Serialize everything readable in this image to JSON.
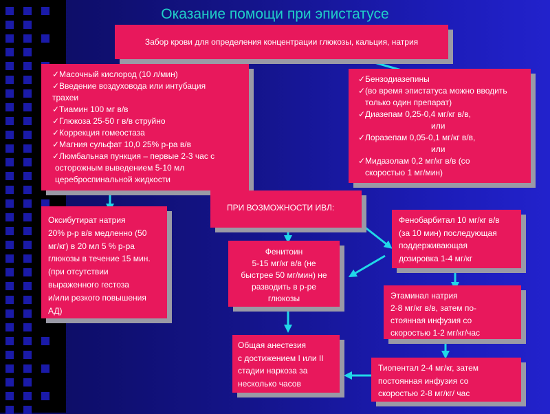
{
  "title": "Оказание помощи при эпистатусе",
  "top_box": "Забор крови для определения концентрации глюкозы, кальция, натрия",
  "left_box": [
    "✓Масочный кислород (10 л/мин)",
    "✓Введение воздуховода или интубация",
    "трахеи",
    "✓Тиамин 100 мг в/в",
    "✓Глюкоза 25-50 г в/в струйно",
    "✓Коррекция гомеостаза",
    "✓Магния сульфат 10,0 25% р-ра в/в",
    "✓Люмбальная пункция – первые 2-3 час с",
    "осторожным выведением 5-10 мл",
    "цереброспинальной жидкости"
  ],
  "right_box": [
    "✓Бензодиазепины",
    "✓(во время эпистатуса можно вводить",
    "только один препарат)",
    "✓Диазепам 0,25-0,4 мг/кг в/в,",
    "или",
    "✓Лоразепам 0,05-0,1 мг/кг в/в,",
    "или",
    "✓Мидазолам 0,2 мг/кг в/в (со",
    "скоростью 1 мг/мин)"
  ],
  "ivl_box": "ПРИ ВОЗМОЖНОСТИ ИВЛ:",
  "oxy_box": [
    "Оксибутират натрия",
    "20% р-р в/в медленно (50",
    "мг/кг) в 20 мл 5 % р-ра",
    "глюкозы в течение 15 мин.",
    "(при отсутствии",
    "выраженного гестоза",
    "и/или резкого повышения",
    "АД)"
  ],
  "phenytoin_box": [
    "Фенитоин",
    "5-15 мг/кг в/в (не",
    "быстрее 50 мг/мин) не",
    "разводить в р-ре",
    "глюкозы"
  ],
  "phenobarbital_box": [
    "Фенобарбитал 10 мг/кг в/в",
    "(за 10 мин) последующая",
    "поддерживающая",
    "дозировка 1-4 мг/кг"
  ],
  "etaminal_box": [
    "Этаминал натрия",
    "2-8 мг/кг в/в, затем по-",
    "стоянная инфузия со",
    "скоростью 1-2 мг/кг/час"
  ],
  "anesthesia_box": [
    "Общая анестезия",
    "с достижением I или II",
    "стадии наркоза за",
    "несколько часов"
  ],
  "thiopental_box": [
    "Тиопентал 2-4 мг/кг, затем",
    "постоянная инфузия со",
    "скоростью 2-8 мг/кг/ час"
  ],
  "colors": {
    "box_fill": "#e8185c",
    "box_shadow": "#9a9aa6",
    "arrow": "#20d8e8",
    "title": "#20d0c8"
  }
}
